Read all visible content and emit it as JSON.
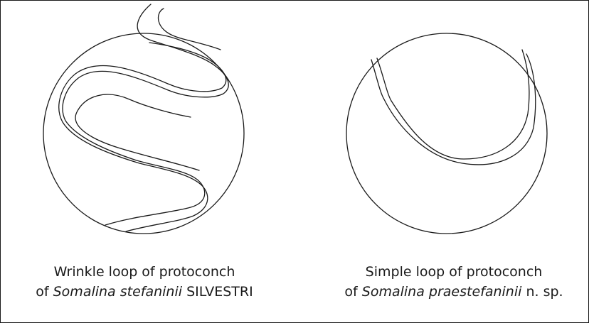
{
  "captions": {
    "left": {
      "line1": "Wrinkle loop of protoconch",
      "prefix": "of ",
      "species": "Somalina stefaninii",
      "author": " SILVESTRI"
    },
    "right": {
      "line1": "Simple loop of protoconch",
      "prefix": "of ",
      "species": "Somalina praestefaninii",
      "author": " n. sp."
    }
  },
  "colors": {
    "stroke": "#1a1a1a",
    "background": "#ffffff"
  }
}
